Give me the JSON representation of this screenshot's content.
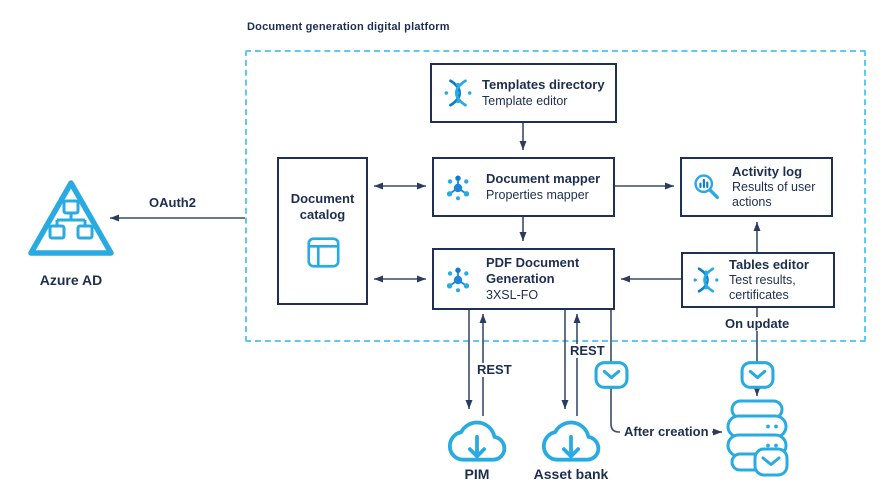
{
  "platform": {
    "label": "Document generation digital platform"
  },
  "nodes": {
    "templates_directory": {
      "title": "Templates directory",
      "subtitle": "Template editor",
      "icon": "strands-icon"
    },
    "document_mapper": {
      "title": "Document mapper",
      "subtitle": "Properties mapper",
      "icon": "hub-icon"
    },
    "activity_log": {
      "title": "Activity log",
      "subtitle": "Results of user actions",
      "icon": "search-chart-icon"
    },
    "document_catalog": {
      "title": "Document catalog",
      "icon": "layout-icon"
    },
    "pdf_generation": {
      "title": "PDF Document Generation",
      "subtitle": "3XSL-FO",
      "icon": "hub-icon"
    },
    "tables_editor": {
      "title": "Tables editor",
      "subtitle": "Test results, certificates",
      "icon": "strands-icon"
    }
  },
  "external": {
    "azure_ad": {
      "label": "Azure AD",
      "icon": "org-triangle-icon"
    },
    "pim": {
      "label": "PIM",
      "icon": "cloud-download-icon"
    },
    "asset_bank": {
      "label": "Asset bank",
      "icon": "cloud-download-icon"
    },
    "message_db": {
      "icon": "database-mail-icon"
    }
  },
  "edges": {
    "oauth2": "OAuth2",
    "rest_pim": "REST",
    "rest_asset_bank": "REST",
    "on_update": "On update",
    "after_creation": "After creation"
  },
  "colors": {
    "accent_blue": "#29abe2",
    "accent_blue_dark": "#0d7ccb",
    "dashed_border_blue": "#5fc8f3",
    "navy": "#1d2e50",
    "connector": "#3a4c6a"
  }
}
